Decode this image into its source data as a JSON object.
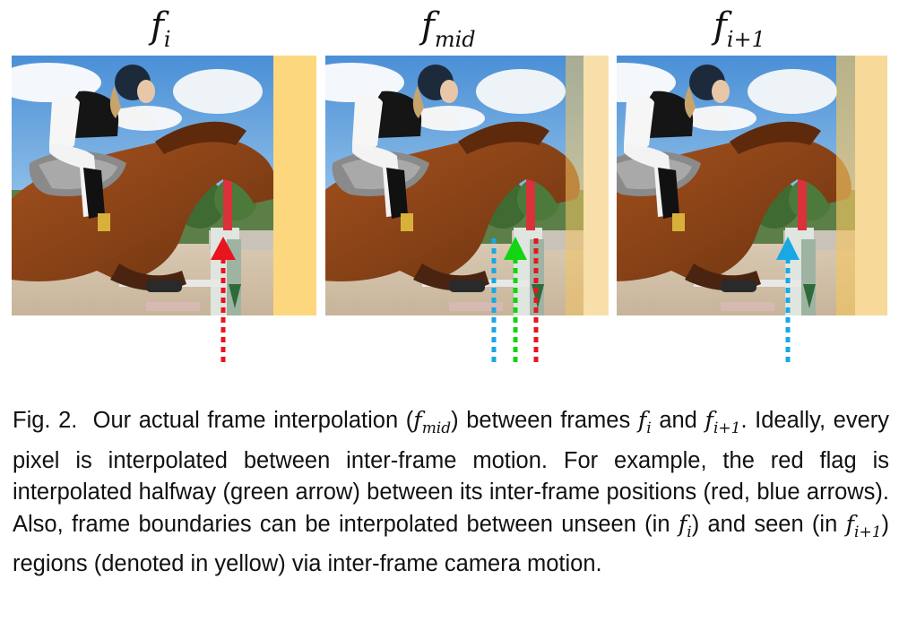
{
  "labels": {
    "f_i": {
      "base": "f",
      "sub": "i"
    },
    "f_mid": {
      "base": "f",
      "sub": "mid"
    },
    "f_i1": {
      "base": "f",
      "sub": "i+1"
    }
  },
  "caption": {
    "prefix": "Fig. 2.",
    "t1": "Our actual frame interpolation (",
    "t2": ") between frames ",
    "t3": " and ",
    "t4": ". Ideally, every pixel is interpolated between inter-frame motion. For example, the red flag is interpolated halfway (green arrow) between its inter-frame positions (red, blue arrows). Also, frame boundaries can be interpolated between unseen (in ",
    "t5": ") and seen (in ",
    "t6": ") regions (denoted in yellow) via inter-frame camera motion."
  },
  "colors": {
    "red_arrow": "#e8141f",
    "green_arrow": "#12d412",
    "blue_arrow": "#19a8e4",
    "yellow_region": "#fcd77e"
  }
}
